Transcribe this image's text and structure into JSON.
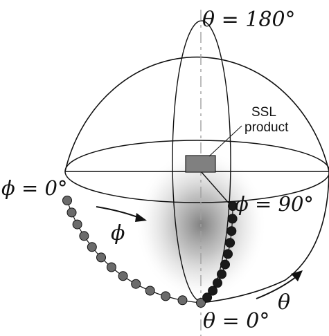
{
  "labels": {
    "theta_top": "θ = 180°",
    "theta_bottom": "θ = 0°",
    "phi_zero": "ϕ = 0°",
    "phi_ninety": "ϕ = 90°",
    "phi_symbol": "ϕ",
    "theta_symbol": "θ",
    "product_line1": "SSL",
    "product_line2": "product"
  },
  "colors": {
    "outline": "#111111",
    "axis_dash": "#a0a0a0",
    "product_fill": "#808080",
    "light_glow": "#7a7a7a",
    "phi_dots": "#6b6b6b",
    "theta_dots": "#1a1a1a"
  },
  "measurement_points": {
    "phi_arc_count": 13,
    "theta_arc_count": 10
  }
}
